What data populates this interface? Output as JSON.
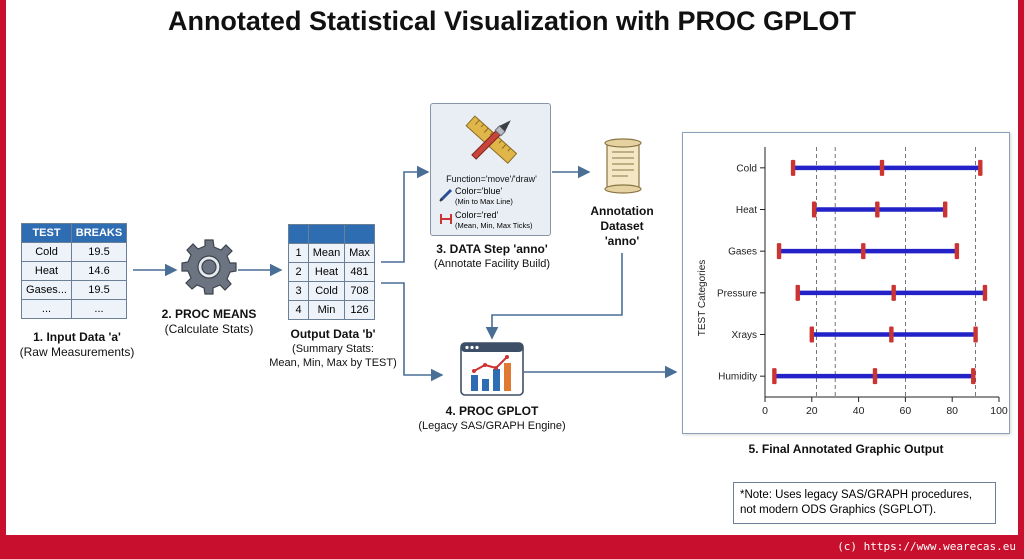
{
  "title": "Annotated Statistical Visualization with PROC GPLOT",
  "input_table": {
    "headers": [
      "TEST",
      "BREAKS"
    ],
    "rows": [
      [
        "Cold",
        "19.5"
      ],
      [
        "Heat",
        "14.6"
      ],
      [
        "Gases...",
        "19.5"
      ],
      [
        "...",
        "..."
      ]
    ]
  },
  "step1": {
    "title": "1. Input Data 'a'",
    "subtitle": "(Raw Measurements)"
  },
  "step2": {
    "title": "2. PROC MEANS",
    "subtitle": "(Calculate Stats)"
  },
  "output_table": {
    "rows": [
      [
        "1",
        "Mean",
        "Max"
      ],
      [
        "2",
        "Heat",
        "481"
      ],
      [
        "3",
        "Cold",
        "708"
      ],
      [
        "4",
        "Min",
        "126"
      ]
    ]
  },
  "output_label": {
    "title": "Output Data 'b'",
    "line1": "(Summary Stats:",
    "line2": "Mean, Min, Max by TEST)"
  },
  "anno_box": {
    "function": "Function='move'/'draw'",
    "blue_color": "Color='blue'",
    "blue_note": "(Min to Max Line)",
    "red_color": "Color='red'",
    "red_note": "(Mean, Min, Max Ticks)"
  },
  "step3": {
    "title": "3. DATA Step 'anno'",
    "subtitle": "(Annotate Facility Build)"
  },
  "annotation_dataset": {
    "line1": "Annotation",
    "line2": "Dataset",
    "line3": "'anno'"
  },
  "step4": {
    "title": "4. PROC GPLOT",
    "subtitle": "(Legacy SAS/GRAPH Engine)"
  },
  "step5": {
    "title": "5. Final Annotated Graphic Output"
  },
  "note": {
    "line1": "*Note: Uses legacy SAS/GRAPH procedures,",
    "line2": "not modern ODS Graphics (SGPLOT)."
  },
  "footer": "(c) https://www.wearecas.eu",
  "colors": {
    "line": "#2222c8",
    "tick": "#cc3333",
    "arrow": "#4a6f96",
    "header": "#2f6db3",
    "frame": "#c8102e"
  },
  "chart_data": {
    "type": "range",
    "ylabel": "TEST Categories",
    "xlim": [
      0,
      100
    ],
    "xticks": [
      0,
      20,
      40,
      60,
      80,
      100
    ],
    "reference_lines": [
      22,
      30,
      60,
      90
    ],
    "categories": [
      "Cold",
      "Heat",
      "Gases",
      "Pressure",
      "Xrays",
      "Humidity"
    ],
    "min": [
      12,
      21,
      6,
      14,
      20,
      4
    ],
    "mean": [
      50,
      48,
      42,
      55,
      54,
      47
    ],
    "max": [
      92,
      77,
      82,
      94,
      90,
      89
    ]
  }
}
